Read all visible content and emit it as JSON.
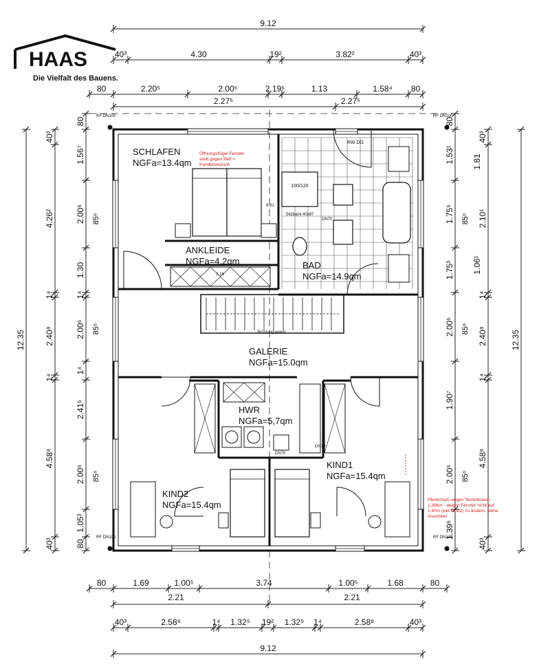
{
  "brand": {
    "logo_text": "HAAS",
    "tagline": "Die Vielfalt des Bauens."
  },
  "rooms": [
    {
      "name": "SCHLAFEN",
      "area": "NGFa=13.4qm"
    },
    {
      "name": "ANKLEIDE",
      "area": "NGFa=4,2qm"
    },
    {
      "name": "BAD",
      "area": "NGFa=14.9qm"
    },
    {
      "name": "GALERIE",
      "area": "NGFa=15.0qm"
    },
    {
      "name": "HWR",
      "area": "NGFa=5,7qm"
    },
    {
      "name": "KIND1",
      "area": "NGFa=15.4qm"
    },
    {
      "name": "KIND2",
      "area": "NGFa=15.4qm"
    }
  ],
  "dims": {
    "top_total": "9.12",
    "bottom_total": "9.12",
    "left_total": "12.35",
    "right_total": "12.35",
    "top_row1": [
      "40³",
      "4.30",
      "19²",
      "3.82²",
      "40³"
    ],
    "top_row2": [
      "80",
      "2.20⁵",
      "2.00⁵",
      "2.19⁵",
      "1.13",
      "1.58⁴",
      "80"
    ],
    "top_row3": [
      "2.27⁵",
      "2.27⁵"
    ],
    "bottom_row1": [
      "80",
      "1.69",
      "1.00⁵",
      "3.74",
      "1.00⁵",
      "1.68",
      "80"
    ],
    "bottom_row2": [
      "2.21",
      "2.21"
    ],
    "bottom_row3": [
      "40³",
      "2.58⁸",
      "1⁴",
      "1.32⁹",
      "19²",
      "1.32⁹",
      "1⁴",
      "2.58⁸",
      "40³"
    ],
    "left_outer": [
      "40³",
      "4.26²",
      "1⁴",
      "2.40⁸",
      "1⁴",
      "4.58⁸",
      "40³"
    ],
    "left_inner": [
      "80",
      "1.56⁷",
      "2.00⁵",
      "1.30",
      "1⁴",
      "2.00⁵",
      "1⁴",
      "2.41⁵",
      "2.00⁵",
      "1.05³",
      "80"
    ],
    "right_outer": [
      "40³",
      "2.10¹",
      "1⁴",
      "2.40⁸",
      "1⁴",
      "4.58⁸",
      "40³"
    ],
    "right_inner": [
      "80",
      "1.53¹",
      "1.75⁵",
      "1.75³",
      "2.00⁵",
      "1.90⁷",
      "2.00⁵",
      "1.39⁵",
      "80"
    ],
    "right_mid": [
      "1.81",
      "1.06¹"
    ],
    "sill_left": [
      "85⁶",
      "85⁶",
      "85⁶"
    ],
    "sill_right": [
      "85⁶",
      "85⁶",
      "85⁶"
    ],
    "small": [
      "RF DN100",
      "RF DN100",
      "RF DN100",
      "RF DN100",
      "RW DG",
      "100/120",
      "Sitzbank 40x87",
      "DN70",
      "DN70",
      "DN70",
      "Brüstungswand",
      "3.16",
      "6.31"
    ]
  },
  "notes": {
    "schlafen_red": "Öffnungsflügel Fenster stellt gegen Bett = Kundenwunsch",
    "kind1_red": "Pfeilermaß wegen Technikraum 1,396m - wegen Fenster nicht auf 1,40m (wie Kind2) zu ändern, siehe Ansichten"
  },
  "colors": {
    "line": "#111111",
    "dim": "#222222",
    "note": "#d42020",
    "tile": "#555555"
  }
}
